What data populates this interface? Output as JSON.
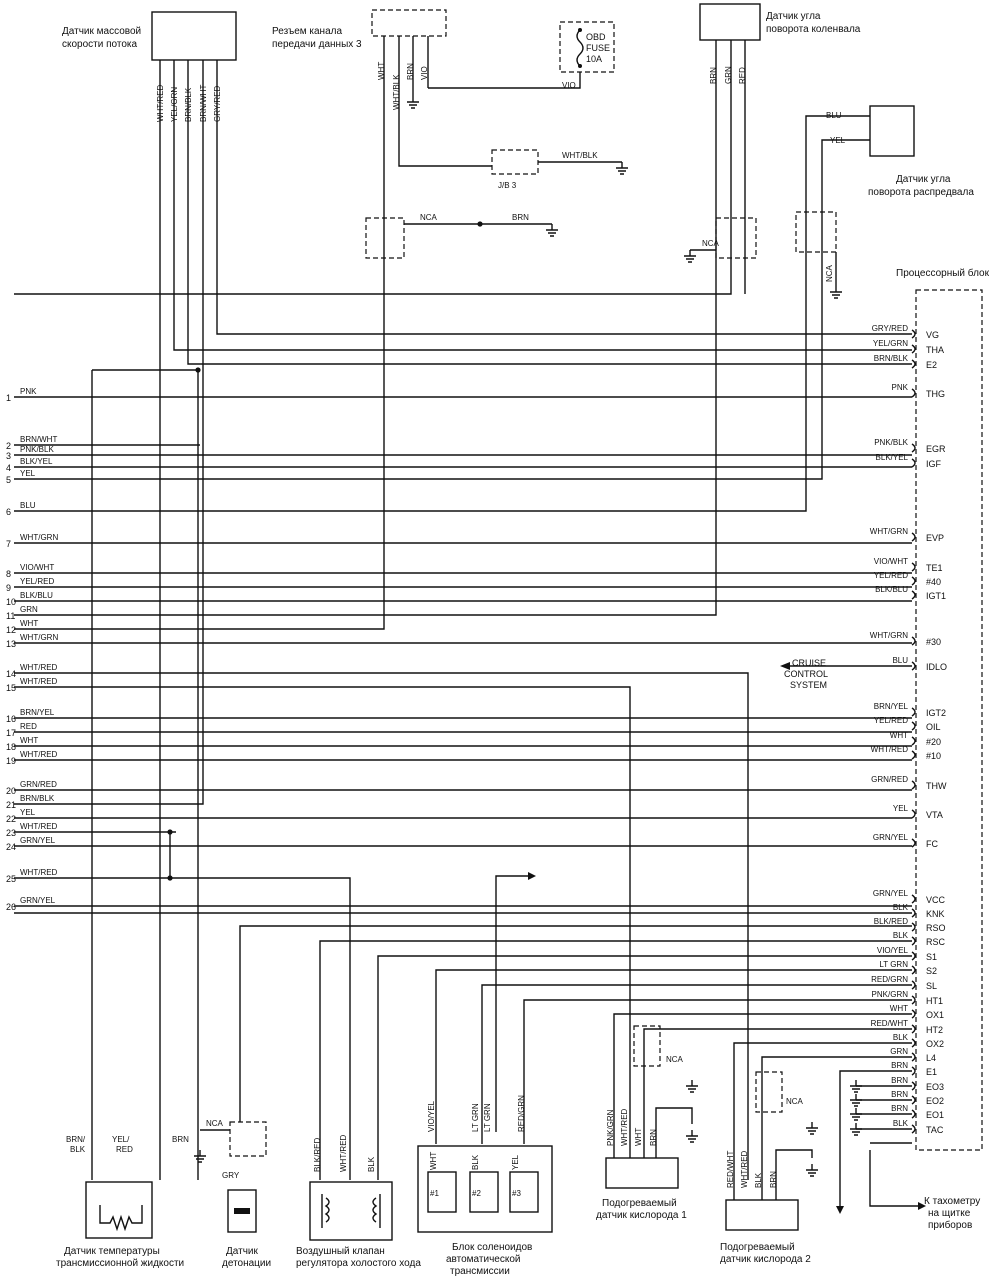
{
  "components": {
    "maf_sensor": [
      "Датчик массовой",
      "скорости потока"
    ],
    "dlc3": [
      "Резъем канала",
      "передачи данных 3"
    ],
    "ckp_sensor": [
      "Датчик угла",
      "поворота коленвала"
    ],
    "cmp_sensor": [
      "Датчик угла",
      "поворота распредвала"
    ],
    "ecm": "Процессорный блок",
    "obd_fuse": [
      "OBD",
      "FUSE",
      "10A"
    ],
    "jb": "J/B 3",
    "cruise": [
      "CRUISE",
      "CONTROL",
      "SYSTEM"
    ],
    "trans_temp": [
      "Датчик температуры",
      "трансмиссионной жидкости"
    ],
    "knock": [
      "Датчик",
      "детонации"
    ],
    "iac": [
      "Воздушный клапан",
      "регулятора холостого хода"
    ],
    "solenoids": [
      "Блок соленоидов",
      "автоматической",
      "трансмиссии"
    ],
    "o2_1": [
      "Подогреваемый",
      "датчик кислорода 1"
    ],
    "o2_2": [
      "Подогреваемый",
      "датчик кислорода 2"
    ],
    "tach": [
      "К тахометру",
      "на щитке",
      "приборов"
    ]
  },
  "nca": "NCA",
  "sol_labels": [
    "#1",
    "#2",
    "#3"
  ],
  "maf_wires": [
    "WHT/RED",
    "YEL/GRN",
    "BRN/BLK",
    "BRN/WHT",
    "GRY/RED"
  ],
  "dlc_wires": [
    "WHT",
    "WHT/BLK",
    "BRN",
    "VIO"
  ],
  "ckp_wires": [
    "BRN",
    "GRN",
    "RED"
  ],
  "cmp_wires": [
    "BLU",
    "YEL"
  ],
  "misc_wires": {
    "vio": "VIO",
    "wht_blk": "WHT/BLK",
    "brn": "BRN",
    "gry": "GRY",
    "brn_blk": [
      "BRN/",
      "BLK"
    ],
    "yel_red": [
      "YEL/",
      "RED"
    ],
    "iac": [
      "BLK/RED",
      "WHT/RED",
      "BLK"
    ],
    "sol": [
      "VIO/YEL",
      "LT GRN",
      "LT GRN",
      "RED/GRN"
    ],
    "sol_inner": [
      "WHT",
      "BLK",
      "YEL"
    ],
    "o2_1": [
      "PNK/GRN",
      "WHT/RED",
      "WHT",
      "BRN"
    ],
    "o2_2": [
      "RED/WHT",
      "WHT/RED",
      "BLK",
      "BRN"
    ]
  },
  "left_pins": [
    {
      "n": "1",
      "c": "PNK"
    },
    {
      "n": "2",
      "c": "BRN/WHT"
    },
    {
      "n": "3",
      "c": "PNK/BLK"
    },
    {
      "n": "4",
      "c": "BLK/YEL"
    },
    {
      "n": "5",
      "c": "YEL"
    },
    {
      "n": "6",
      "c": "BLU"
    },
    {
      "n": "7",
      "c": "WHT/GRN"
    },
    {
      "n": "8",
      "c": "VIO/WHT"
    },
    {
      "n": "9",
      "c": "YEL/RED"
    },
    {
      "n": "10",
      "c": "BLK/BLU"
    },
    {
      "n": "11",
      "c": "GRN"
    },
    {
      "n": "12",
      "c": "WHT"
    },
    {
      "n": "13",
      "c": "WHT/GRN"
    },
    {
      "n": "14",
      "c": "WHT/RED"
    },
    {
      "n": "15",
      "c": "WHT/RED"
    },
    {
      "n": "16",
      "c": "BRN/YEL"
    },
    {
      "n": "17",
      "c": "RED"
    },
    {
      "n": "18",
      "c": "WHT"
    },
    {
      "n": "19",
      "c": "WHT/RED"
    },
    {
      "n": "20",
      "c": "GRN/RED"
    },
    {
      "n": "21",
      "c": "BRN/BLK"
    },
    {
      "n": "22",
      "c": "YEL"
    },
    {
      "n": "23",
      "c": "WHT/RED"
    },
    {
      "n": "24",
      "c": "GRN/YEL"
    },
    {
      "n": "25",
      "c": "WHT/RED"
    },
    {
      "n": "26",
      "c": "GRN/YEL"
    }
  ],
  "ecm_pins": [
    {
      "t": "VG",
      "c": "GRY/RED"
    },
    {
      "t": "THA",
      "c": "YEL/GRN"
    },
    {
      "t": "E2",
      "c": "BRN/BLK"
    },
    {
      "t": "THG",
      "c": "PNK"
    },
    {
      "t": "EGR",
      "c": "PNK/BLK"
    },
    {
      "t": "IGF",
      "c": "BLK/YEL"
    },
    {
      "t": "EVP",
      "c": "WHT/GRN"
    },
    {
      "t": "TE1",
      "c": "VIO/WHT"
    },
    {
      "t": "#40",
      "c": "YEL/RED"
    },
    {
      "t": "IGT1",
      "c": "BLK/BLU"
    },
    {
      "t": "#30",
      "c": "WHT/GRN"
    },
    {
      "t": "IDLO",
      "c": "BLU"
    },
    {
      "t": "IGT2",
      "c": "BRN/YEL"
    },
    {
      "t": "OIL",
      "c": "YEL/RED"
    },
    {
      "t": "#20",
      "c": "WHT"
    },
    {
      "t": "#10",
      "c": "WHT/RED"
    },
    {
      "t": "THW",
      "c": "GRN/RED"
    },
    {
      "t": "VTA",
      "c": "YEL"
    },
    {
      "t": "FC",
      "c": "GRN/YEL"
    },
    {
      "t": "VCC",
      "c": "GRN/YEL"
    },
    {
      "t": "KNK",
      "c": "BLK"
    },
    {
      "t": "RSO",
      "c": "BLK/RED"
    },
    {
      "t": "RSC",
      "c": "BLK"
    },
    {
      "t": "S1",
      "c": "VIO/YEL"
    },
    {
      "t": "S2",
      "c": "LT GRN"
    },
    {
      "t": "SL",
      "c": "RED/GRN"
    },
    {
      "t": "HT1",
      "c": "PNK/GRN"
    },
    {
      "t": "OX1",
      "c": "WHT"
    },
    {
      "t": "HT2",
      "c": "RED/WHT"
    },
    {
      "t": "OX2",
      "c": "BLK"
    },
    {
      "t": "L4",
      "c": "GRN"
    },
    {
      "t": "E1",
      "c": "BRN"
    },
    {
      "t": "EO3",
      "c": "BRN"
    },
    {
      "t": "EO2",
      "c": "BRN"
    },
    {
      "t": "EO1",
      "c": "BRN"
    },
    {
      "t": "TAC",
      "c": "BLK"
    }
  ]
}
